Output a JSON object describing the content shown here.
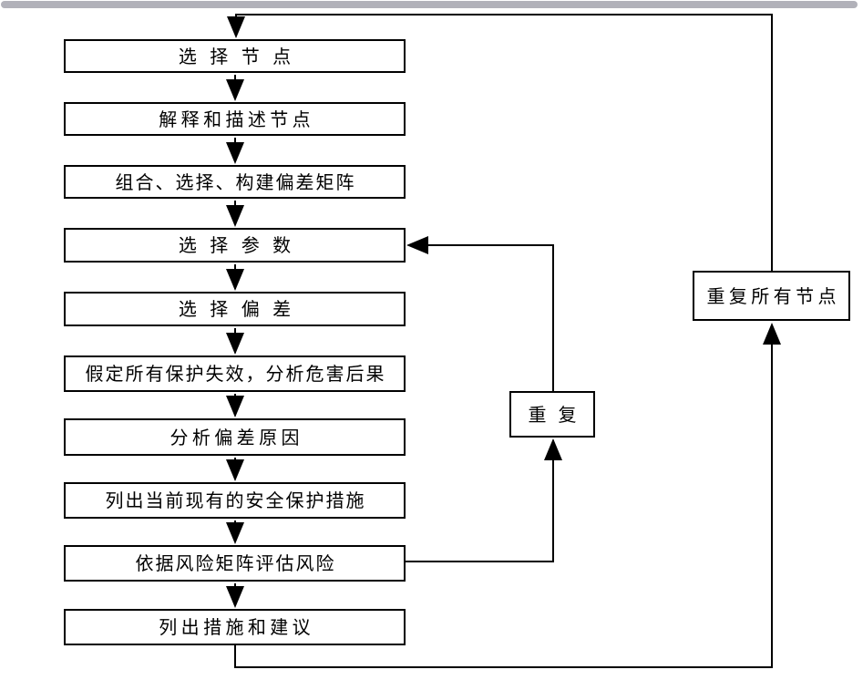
{
  "diagram": {
    "main_flow": [
      "选择节点",
      "解释和描述节点",
      "组合、选择、构建偏差矩阵",
      "选择参数",
      "选择偏差",
      "假定所有保护失效，分析危害后果",
      "分析偏差原因",
      "列出当前现有的安全保护措施",
      "依据风险矩阵评估风险",
      "列出措施和建议"
    ],
    "repeat_label": "重复",
    "repeat_all_label": "重复所有节点"
  },
  "colors": {
    "background": "#ffffff",
    "line": "#000000",
    "box_border": "#000000",
    "text": "#000000",
    "top_bar": "#b1b1b9"
  }
}
